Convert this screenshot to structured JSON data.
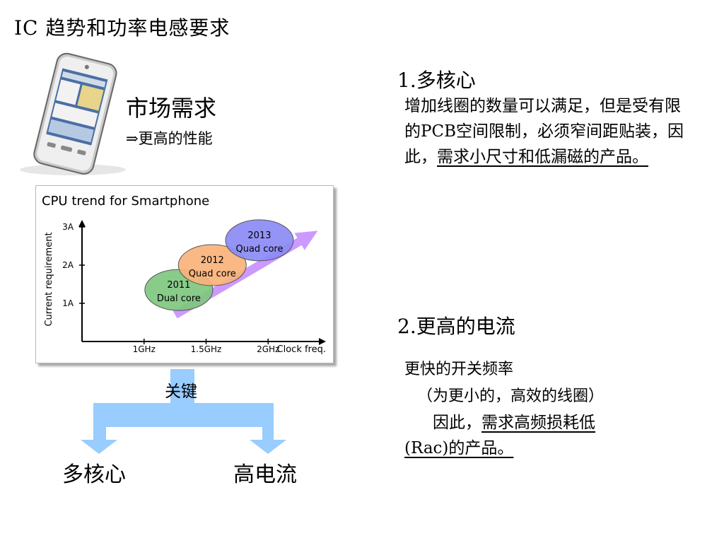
{
  "slide": {
    "title": "IC 趋势和功率电感要求",
    "market": {
      "title": "市场需求",
      "subtitle": "⇒更高的性能"
    },
    "flow": {
      "key_label": "关键",
      "left_out": "多核心",
      "right_out": "高电流"
    },
    "section1": {
      "heading": "1.多核心",
      "body_plain": "增加线圈的数量可以满足，但是受有限的PCB空间限制，必须窄间距贴装，因此，",
      "body_underlined": "需求小尺寸和低漏磁的产品。"
    },
    "section2": {
      "heading": "2.更高的电流",
      "line1": "更快的开关频率",
      "line2": "（为更小的，高效的线圈）",
      "line3_plain": "因此，",
      "line3_underlined": "需求高频损耗低",
      "line4_underlined": "(Rac)的产品。"
    },
    "icons": {
      "phone": "smartphone-image",
      "arrows": "split-arrow-icon"
    },
    "colors": {
      "arrow_blue": "#99ccff",
      "trend_arrow": "#cc99ff"
    }
  },
  "chart_data": {
    "type": "scatter",
    "title": "CPU trend for Smartphone",
    "xlabel": "Clock freq.",
    "ylabel": "Current requirement",
    "x_ticks": [
      "1GHz",
      "1.5GHz",
      "2GHz"
    ],
    "y_ticks": [
      "1A",
      "2A",
      "3A"
    ],
    "points": [
      {
        "year": "2011",
        "core": "Dual core",
        "x": 1.28,
        "y": 1.35,
        "color": "#7fc77f"
      },
      {
        "year": "2012",
        "core": "Quad core",
        "x": 1.55,
        "y": 2.0,
        "color": "#f9b27a"
      },
      {
        "year": "2013",
        "core": "Quad core",
        "x": 1.93,
        "y": 2.65,
        "color": "#8b8bf5"
      }
    ],
    "trend_arrow": {
      "from": [
        1.25,
        0.7
      ],
      "to": [
        2.4,
        2.9
      ],
      "color": "#cc99ff"
    }
  }
}
